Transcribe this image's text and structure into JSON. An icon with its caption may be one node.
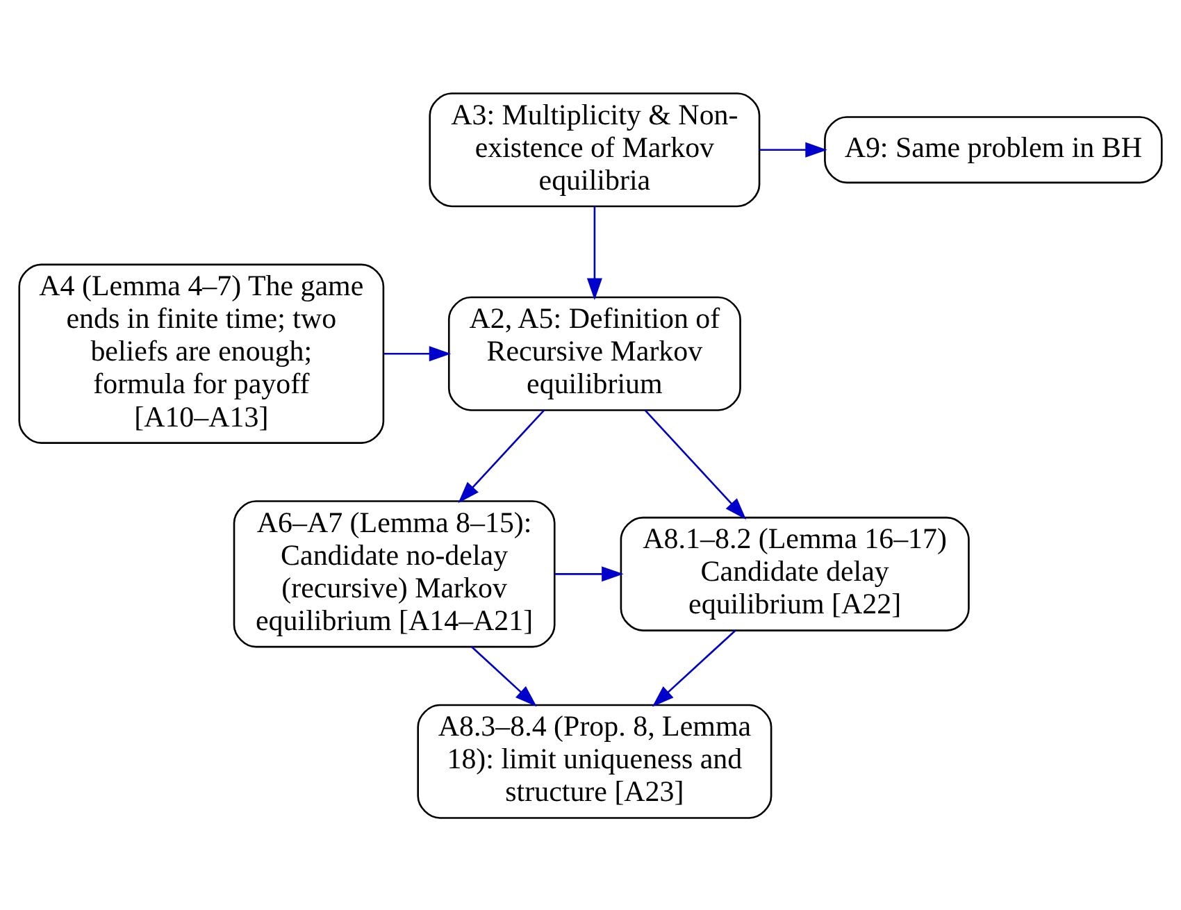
{
  "diagram": {
    "nodes": [
      {
        "text": [
          "A3: Multiplicity & Non-existence of Markov equilibria"
        ]
      },
      {
        "text": [
          "A9: Same problem in BH"
        ]
      },
      {
        "text": [
          "A2, A5: Definition of Recursive Markov equilibrium"
        ]
      },
      {
        "text": [
          "A4 (Lemma 4–7) The game ends in finite time; two beliefs are enough; formula for payoff [A10–A13]"
        ]
      },
      {
        "text": [
          "A6–A7 (Lemma 8–15): Candidate no-delay (recursive) Markov equilibrium [A14–A21]"
        ]
      },
      {
        "text": [
          "A8.1–8.2 (Lemma 16–17) Candidate delay equilibrium [A22]"
        ]
      },
      {
        "text": [
          "A8.3–8.4 (Prop. 8, Lemma 18): limit uniqueness and structure [A23]"
        ]
      }
    ],
    "edges": [
      {
        "from": 0,
        "to": 1,
        "arrow": "to"
      },
      {
        "from": 0,
        "to": 2,
        "arrow": "to"
      },
      {
        "from": 3,
        "to": 2,
        "arrow": "to"
      },
      {
        "from": 2,
        "to": 4,
        "arrow": "to"
      },
      {
        "from": 2,
        "to": 5,
        "arrow": "to"
      },
      {
        "from": 4,
        "to": 5,
        "arrow": "to"
      },
      {
        "from": 4,
        "to": 6,
        "arrow": "to"
      },
      {
        "from": 5,
        "to": 6,
        "arrow": "to"
      }
    ]
  }
}
